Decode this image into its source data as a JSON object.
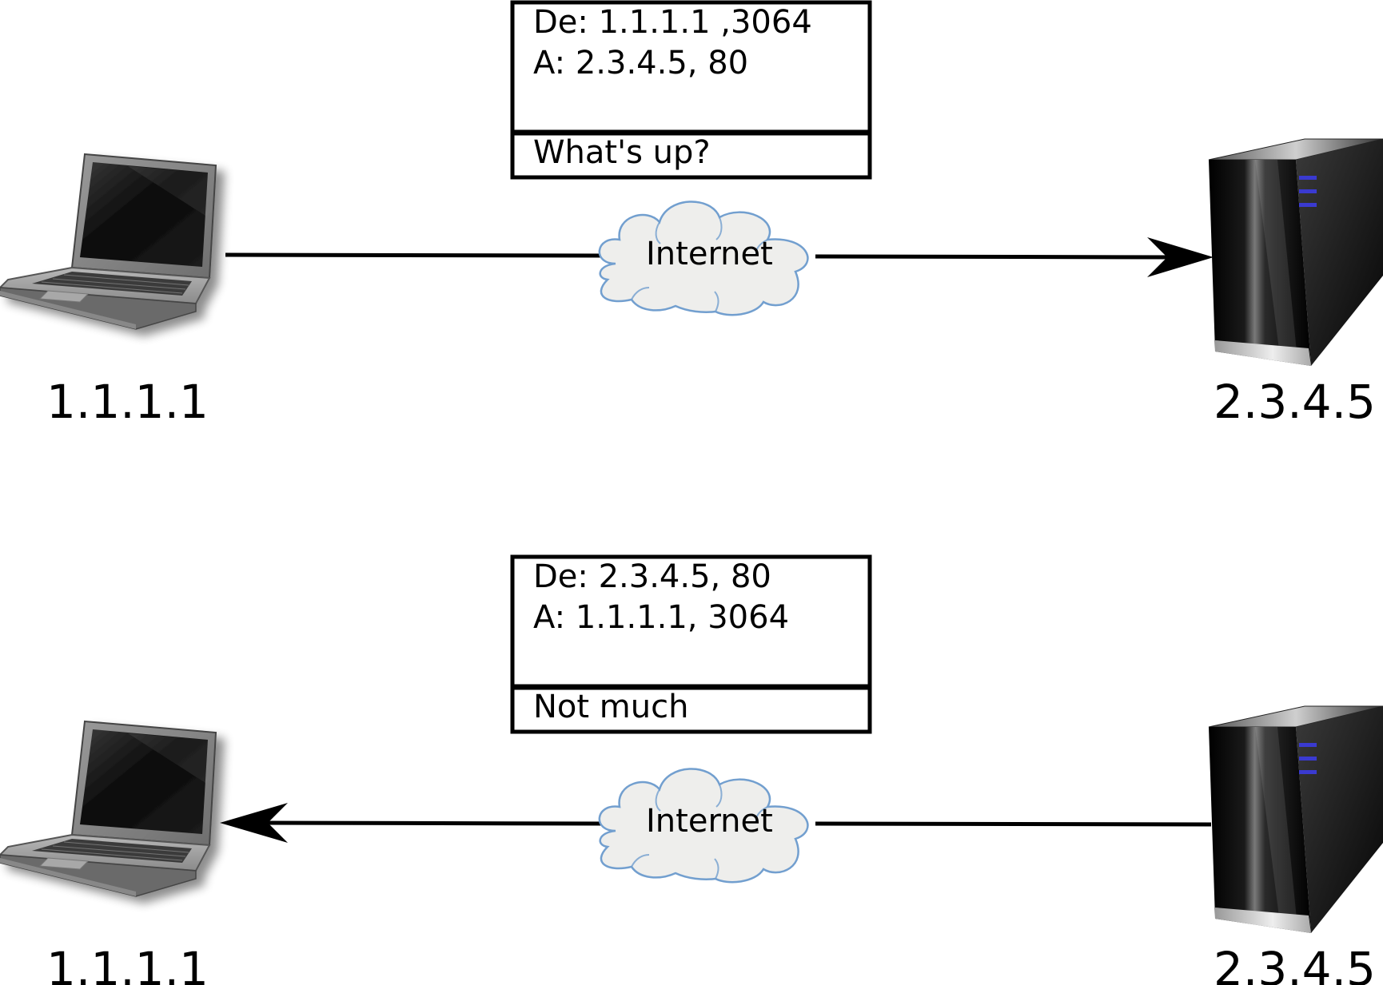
{
  "panels": [
    {
      "direction": "client-to-server",
      "packet": {
        "header_from": "De: 1.1.1.1 ,3064",
        "header_to": "A: 2.3.4.5, 80",
        "payload": "What's up?"
      },
      "cloud_label": "Internet",
      "client_ip": "1.1.1.1",
      "server_ip": "2.3.4.5"
    },
    {
      "direction": "server-to-client",
      "packet": {
        "header_from": "De: 2.3.4.5, 80",
        "header_to": "A: 1.1.1.1, 3064",
        "payload": "Not much"
      },
      "cloud_label": "Internet",
      "client_ip": "1.1.1.1",
      "server_ip": "2.3.4.5"
    }
  ],
  "colors": {
    "cloud_fill": "#eeeeec",
    "cloud_stroke": "#729fcf",
    "server_led": "#3a3ad0"
  },
  "icons": [
    "laptop-icon",
    "server-icon",
    "cloud-icon"
  ]
}
